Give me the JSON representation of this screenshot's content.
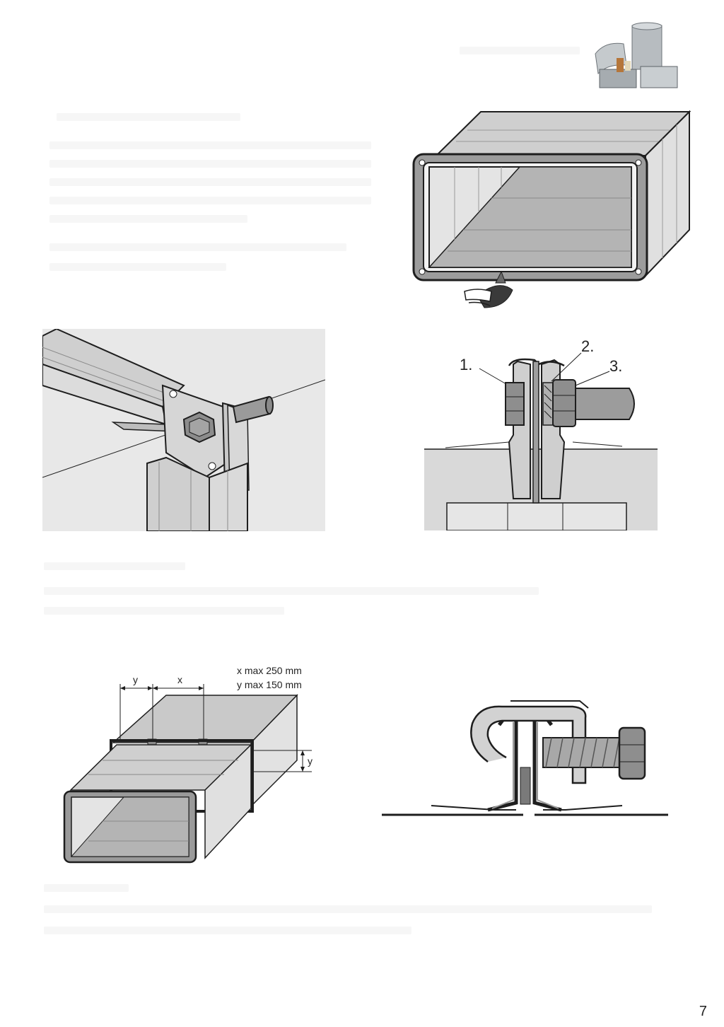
{
  "figures": {
    "bolt_diagram": {
      "labels": [
        "1.",
        "2.",
        "3."
      ]
    },
    "spacing_diagram": {
      "dimension_x": "x",
      "dimension_y": "y",
      "note_x": "x max 250 mm",
      "note_y": "y max 150 mm"
    }
  },
  "page_number": "7",
  "colors": {
    "metal": "#d4d4d4",
    "metal_dark": "#a8a8a8",
    "inner": "#b8b8b8",
    "panel_bg": "#e8e8e8",
    "outline": "#1e1e1e"
  },
  "icons": [
    "duct-parts-thumbnail-icon",
    "sealant-gun-icon"
  ]
}
